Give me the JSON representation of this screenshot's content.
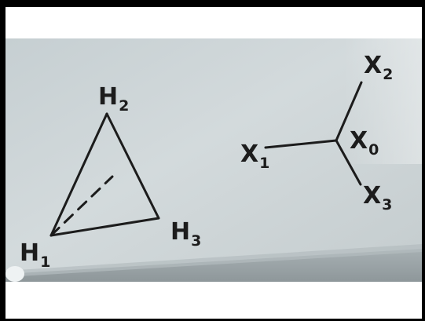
{
  "photo": {
    "description_colors": {
      "board": "#cfd6d8",
      "ink": "#1c1c1c"
    },
    "left_figure": {
      "labels": {
        "h2": {
          "base": "H",
          "sub": "2"
        },
        "h1": {
          "base": "H",
          "sub": "1"
        },
        "h3": {
          "base": "H",
          "sub": "3"
        }
      }
    },
    "right_figure": {
      "labels": {
        "x2": {
          "base": "X",
          "sub": "2"
        },
        "x1": {
          "base": "X",
          "sub": "1"
        },
        "x0": {
          "base": "X",
          "sub": "0"
        },
        "x3": {
          "base": "X",
          "sub": "3"
        }
      }
    }
  }
}
